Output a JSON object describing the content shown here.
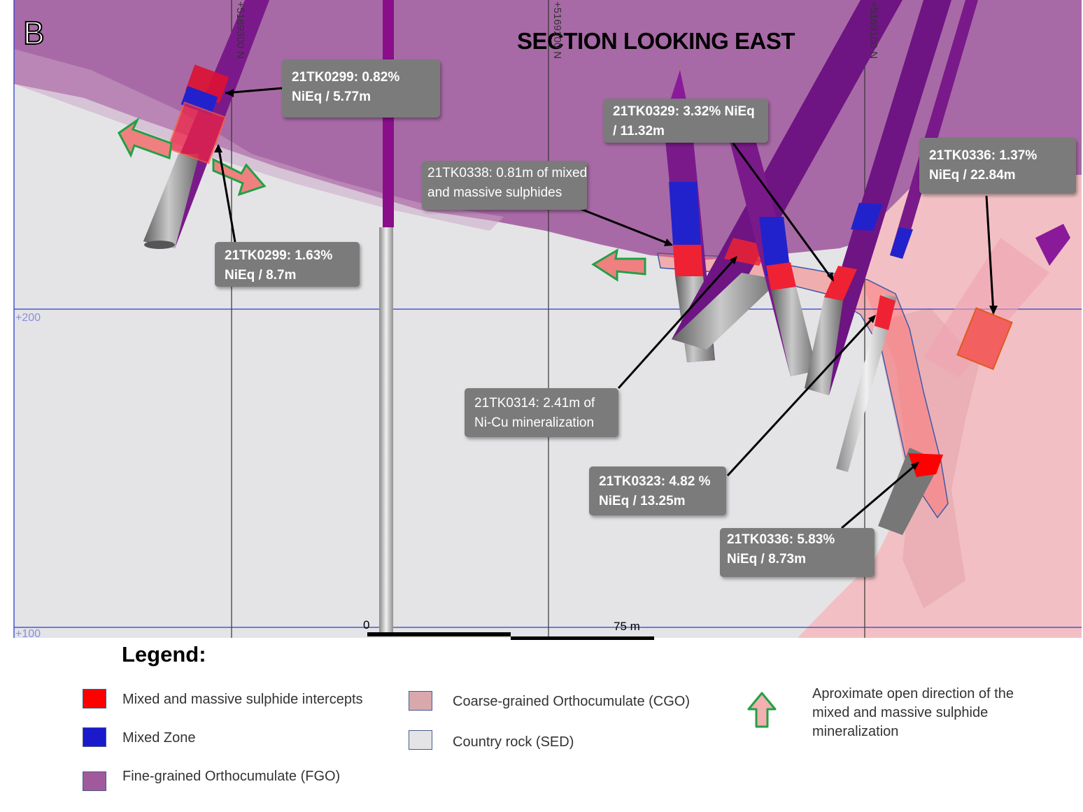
{
  "panel_label": "B",
  "title": "SECTION LOOKING EAST",
  "grid": {
    "northing_labels": [
      "+5169300 N",
      "+5169200 N",
      "+5169100 N"
    ],
    "elevation_labels": [
      "+200",
      "+100"
    ]
  },
  "scale_bar": {
    "start": "0",
    "end": "75 m"
  },
  "callouts": [
    {
      "id": "21TK0299-a",
      "lines": [
        "21TK0299: 0.82%",
        "NiEq / 5.77m"
      ]
    },
    {
      "id": "21TK0299-b",
      "lines": [
        "21TK0299: 1.63%",
        "NiEq / 8.7m"
      ]
    },
    {
      "id": "21TK0338",
      "lines": [
        "21TK0338: 0.81m of mixed",
        "and massive sulphides"
      ]
    },
    {
      "id": "21TK0329",
      "lines": [
        "21TK0329: 3.32% NiEq",
        "/ 11.32m"
      ]
    },
    {
      "id": "21TK0336-a",
      "lines": [
        "21TK0336: 1.37%",
        "NiEq / 22.84m"
      ]
    },
    {
      "id": "21TK0314",
      "lines": [
        "21TK0314: 2.41m of",
        "Ni-Cu mineralization"
      ]
    },
    {
      "id": "21TK0323",
      "lines": [
        "21TK0323: 4.82 %",
        "NiEq / 13.25m"
      ]
    },
    {
      "id": "21TK0336-b",
      "lines": [
        "21TK0336: 5.83%",
        "NiEq / 8.73m"
      ]
    }
  ],
  "legend": {
    "title": "Legend:",
    "items": [
      {
        "label": "Mixed and massive sulphide intercepts",
        "color": "#ff0000"
      },
      {
        "label": "Mixed Zone",
        "color": "#1a1acc"
      },
      {
        "label": "Fine-grained Orthocumulate (FGO)",
        "color": "#a05a9c"
      },
      {
        "label": "Coarse-grained Orthocumulate (CGO)",
        "color": "#d8a8ac"
      },
      {
        "label": "Country rock (SED)",
        "color": "#e4e4e6"
      },
      {
        "label": "Aproximate open direction of the mixed and massive sulphide mineralization",
        "lines": [
          "Aproximate open direction of the",
          "mixed and massive sulphide",
          "mineralization"
        ],
        "icon": "open-direction-arrow-icon"
      }
    ]
  },
  "colors": {
    "fgo": "#a86aa6",
    "sed": "#e4e4e6",
    "cgo": "#f2c0c4",
    "sulphide": "#ff0000",
    "mixed_zone": "#1a1acc",
    "drill_hole": "#8a8a8a",
    "callout_bg": "#7b7b7b",
    "arrow_fill": "#f08080",
    "arrow_stroke": "#22a046"
  }
}
